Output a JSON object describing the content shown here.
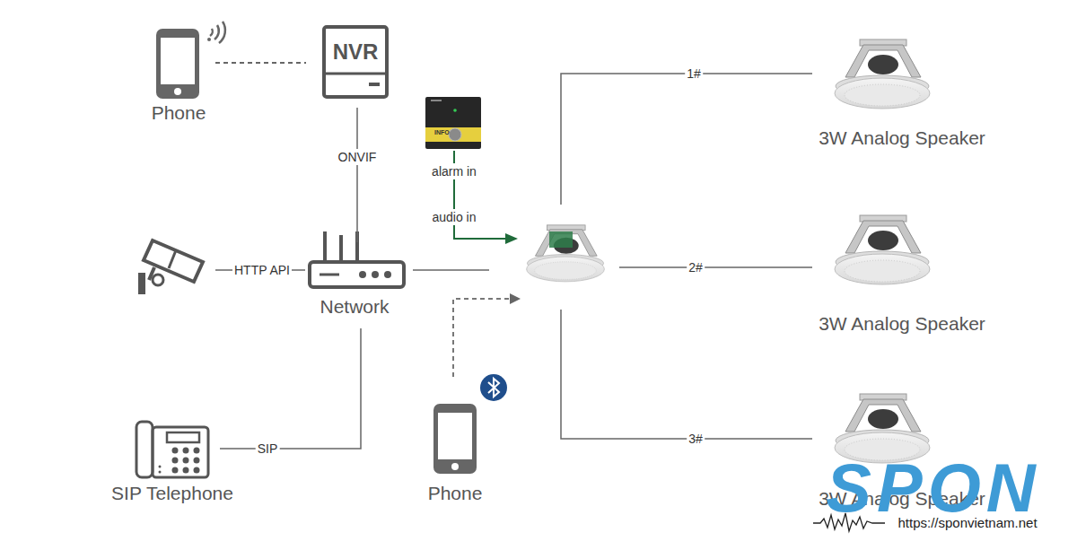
{
  "diagram": {
    "nodes": [
      {
        "text": [
          "Phone"
        ]
      },
      {
        "text": [
          "NVR"
        ]
      },
      {
        "text": [
          "Network"
        ]
      },
      {
        "text": [
          "INFO"
        ]
      },
      {
        "text": [
          "SIP Telephone"
        ]
      },
      {
        "text": [
          "Phone"
        ]
      },
      {
        "text": [
          "3W Analog Speaker"
        ]
      },
      {
        "text": [
          "3W Analog Speaker"
        ]
      },
      {
        "text": [
          "3W Analog Speaker"
        ]
      }
    ],
    "edges": [
      {
        "from": 0,
        "to": 1,
        "arrow": "none"
      },
      {
        "from": 1,
        "to": 2,
        "label": "ONVIF",
        "arrow": "none"
      },
      {
        "from": 2,
        "to": 4,
        "label": "SIP",
        "arrow": "none"
      }
    ],
    "labels": [
      "HTTP API",
      "alarm in",
      "audio in",
      "1#",
      "2#",
      "3#",
      "SPON",
      "https://sponvietnam.net"
    ]
  }
}
